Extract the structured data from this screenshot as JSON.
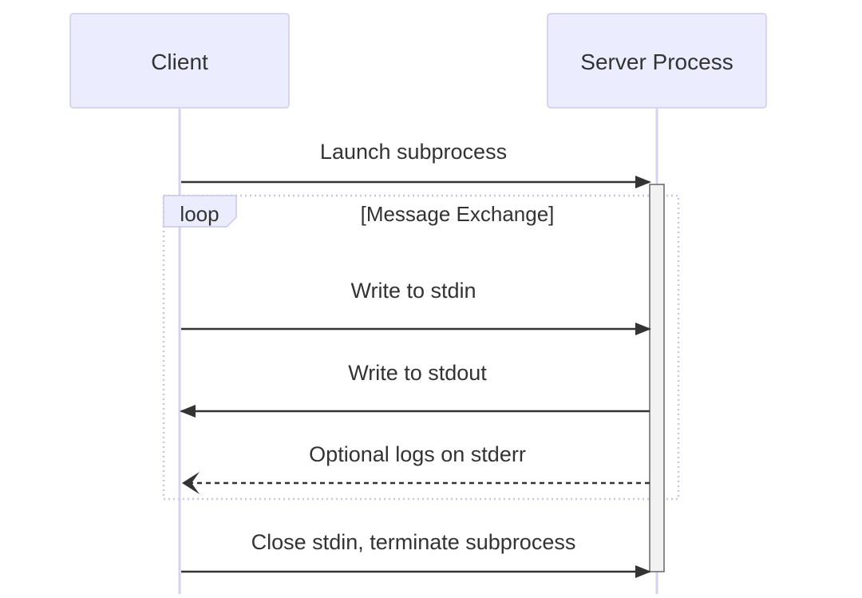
{
  "diagram": {
    "type": "sequence",
    "participants": [
      {
        "id": "client",
        "label": "Client"
      },
      {
        "id": "server",
        "label": "Server Process"
      }
    ],
    "messages": [
      {
        "from": "client",
        "to": "server",
        "label": "Launch subprocess",
        "style": "solid"
      },
      {
        "from": "client",
        "to": "server",
        "label": "Write to stdin",
        "style": "solid"
      },
      {
        "from": "server",
        "to": "client",
        "label": "Write to stdout",
        "style": "solid"
      },
      {
        "from": "server",
        "to": "client",
        "label": "Optional logs on stderr",
        "style": "dashed"
      },
      {
        "from": "client",
        "to": "server",
        "label": "Close stdin, terminate subprocess",
        "style": "solid"
      }
    ],
    "loop": {
      "keyword": "loop",
      "condition": "[Message Exchange]"
    }
  },
  "colors": {
    "actor_fill": "#ECECFF",
    "actor_stroke": "#CCCCEE",
    "lifeline": "#D6D3F2",
    "arrow": "#333333",
    "loop_border": "#C9C6E6",
    "activation_fill": "#F2F2F2",
    "activation_stroke": "#666666"
  }
}
